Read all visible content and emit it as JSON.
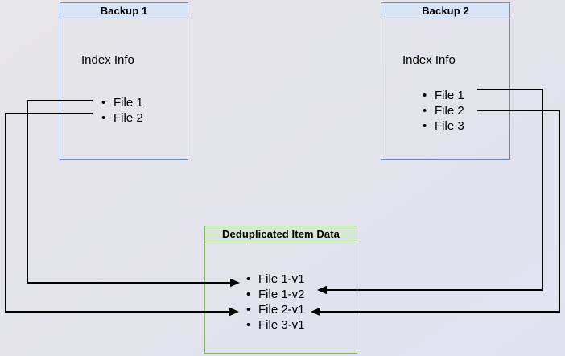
{
  "boxes": {
    "backup1": {
      "title": "Backup 1",
      "body_label": "Index Info",
      "items": [
        "File 1",
        "File 2"
      ],
      "border_color": "#6d8ebf",
      "header_fill": "#d8e5f6"
    },
    "backup2": {
      "title": "Backup 2",
      "body_label": "Index Info",
      "items": [
        "File 1",
        "File 2",
        "File 3"
      ],
      "border_color": "#6d8ebf",
      "header_fill": "#d8e5f6"
    },
    "dedup": {
      "title": "Deduplicated Item Data",
      "items": [
        "File 1-v1",
        "File 1-v2",
        "File 2-v1",
        "File 3-v1"
      ],
      "border_color": "#82b366",
      "header_fill": "#d5e8d4"
    }
  },
  "connections": [
    {
      "from": "Backup 1 / File 1",
      "to": "File 1-v1",
      "enters_from": "left"
    },
    {
      "from": "Backup 1 / File 2",
      "to": "File 2-v1",
      "enters_from": "left"
    },
    {
      "from": "Backup 2 / File 1",
      "to": "File 1-v2",
      "enters_from": "right"
    },
    {
      "from": "Backup 2 / File 2",
      "to": "File 2-v1",
      "enters_from": "right"
    }
  ],
  "line_color": "#000000",
  "background_color": "#e3e3ec"
}
